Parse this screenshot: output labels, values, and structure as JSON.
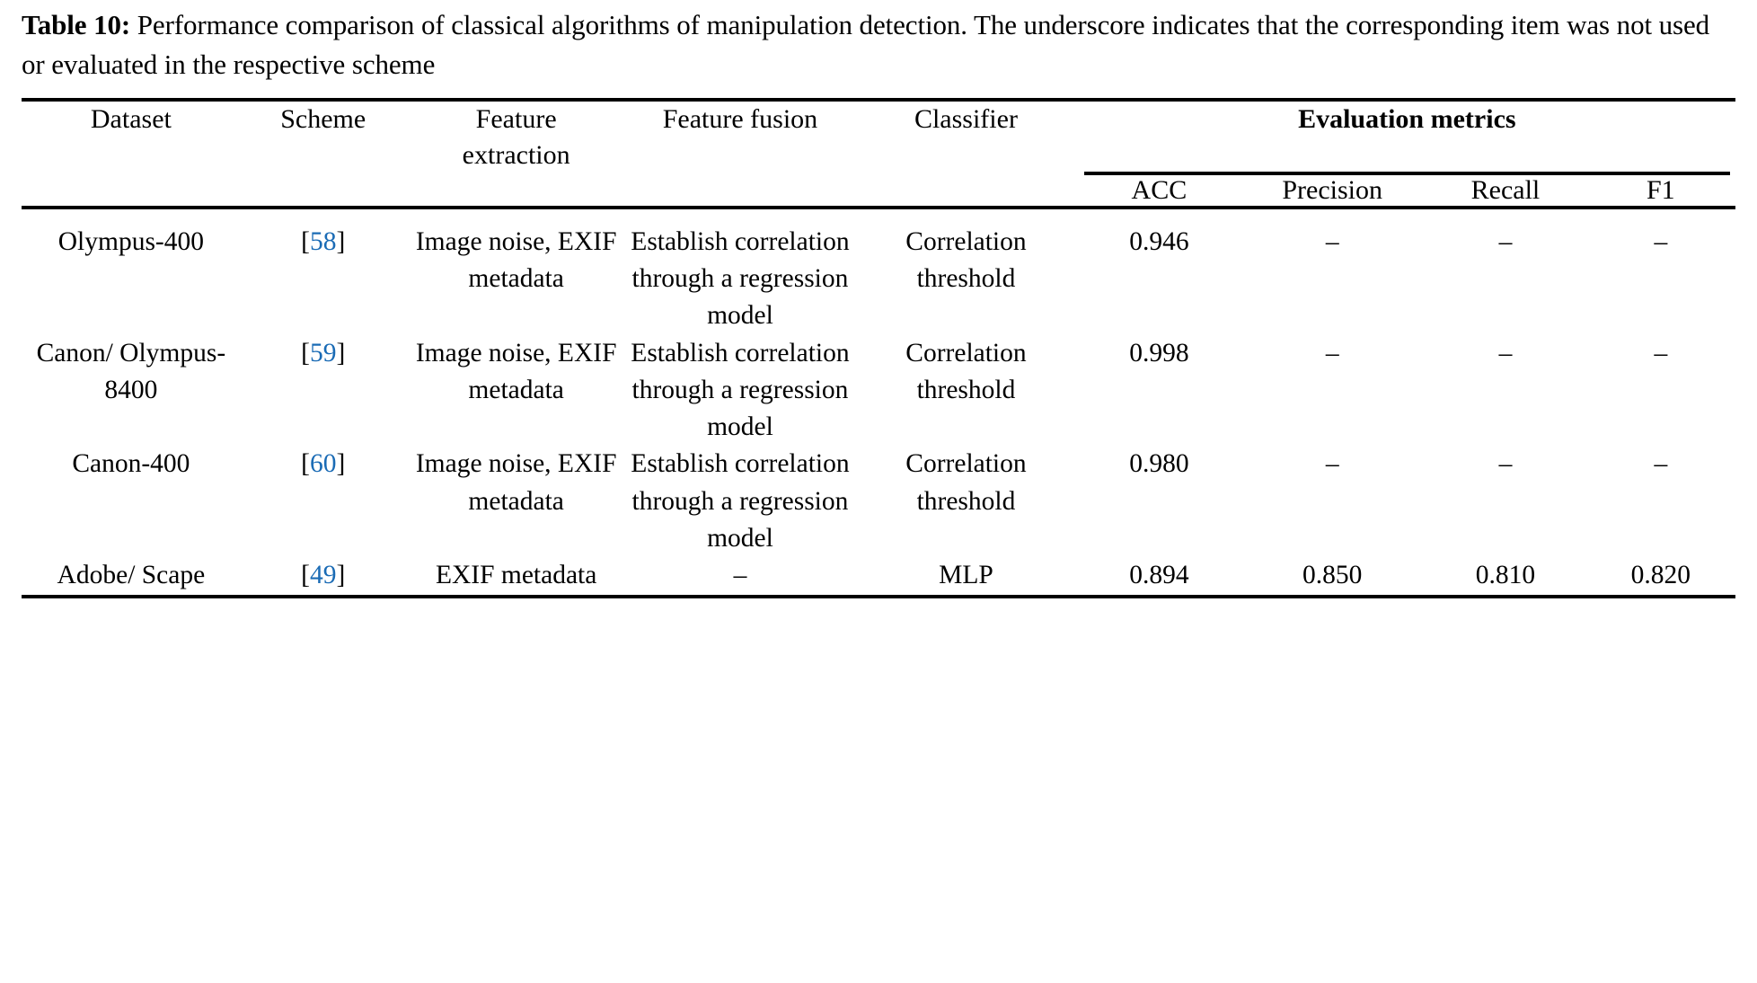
{
  "caption": {
    "label": "Table 10:",
    "text": " Performance comparison of classical algorithms of manipulation detection. The underscore indicates that the corresponding item was not used or evaluated in the respective scheme"
  },
  "colors": {
    "reference_link": "#1a6bb5",
    "rule": "#000000",
    "text": "#000000",
    "background": "#ffffff"
  },
  "table": {
    "headers": {
      "dataset": "Dataset",
      "scheme": "Scheme",
      "feature_extraction": "Feature extraction",
      "feature_extraction_line1": "Feature",
      "feature_extraction_line2": "extraction",
      "feature_fusion": "Feature fusion",
      "classifier": "Classifier",
      "evaluation_metrics": "Evaluation metrics",
      "acc": "ACC",
      "precision": "Precision",
      "recall": "Recall",
      "f1": "F1"
    },
    "rows": [
      {
        "dataset": "Olympus-400",
        "scheme_open": "[",
        "scheme_num": "58",
        "scheme_close": "]",
        "feature_extraction": "Image noise, EXIF metadata",
        "feature_fusion": "Establish correlation through a regression model",
        "classifier": "Correlation threshold",
        "acc": "0.946",
        "precision": "–",
        "recall": "–",
        "f1": "–"
      },
      {
        "dataset": "Canon/ Olympus-8400",
        "scheme_open": "[",
        "scheme_num": "59",
        "scheme_close": "]",
        "feature_extraction": "Image noise, EXIF metadata",
        "feature_fusion": "Establish correlation through a regression model",
        "classifier": "Correlation threshold",
        "acc": "0.998",
        "precision": "–",
        "recall": "–",
        "f1": "–"
      },
      {
        "dataset": "Canon-400",
        "scheme_open": "[",
        "scheme_num": "60",
        "scheme_close": "]",
        "feature_extraction": "Image noise, EXIF metadata",
        "feature_fusion": "Establish correlation through a regression model",
        "classifier": "Correlation threshold",
        "acc": "0.980",
        "precision": "–",
        "recall": "–",
        "f1": "–"
      },
      {
        "dataset": "Adobe/ Scape",
        "scheme_open": "[",
        "scheme_num": "49",
        "scheme_close": "]",
        "feature_extraction": "EXIF metadata",
        "feature_fusion": "–",
        "classifier": "MLP",
        "acc": "0.894",
        "precision": "0.850",
        "recall": "0.810",
        "f1": "0.820"
      }
    ]
  }
}
